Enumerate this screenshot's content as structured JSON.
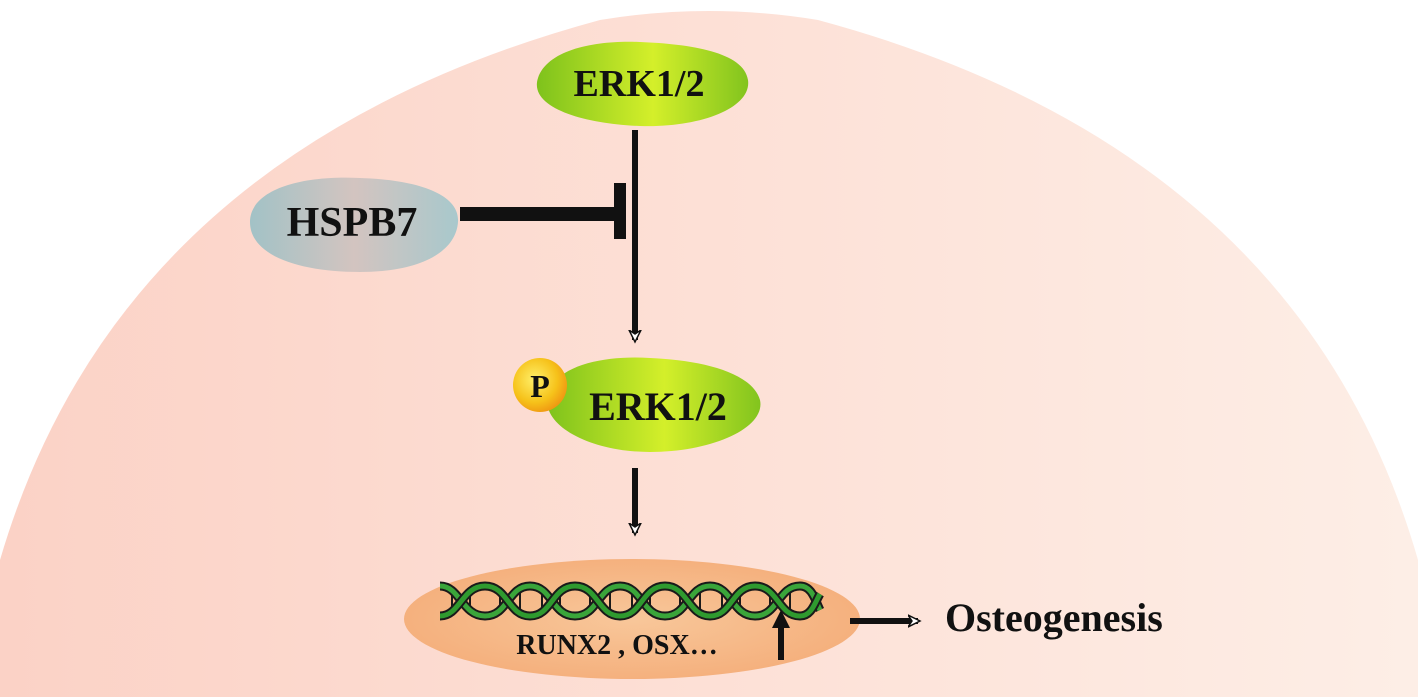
{
  "nodes": {
    "erk_top": "ERK1/2",
    "hspb7": "HSPB7",
    "phospho": "P",
    "erk_phospho": "ERK1/2",
    "genes": "RUNX2 , OSX…",
    "outcome": "Osteogenesis"
  },
  "edges": [
    {
      "from": "erk_top",
      "to": "erk_phospho",
      "type": "activation"
    },
    {
      "from": "hspb7",
      "to": "erk_top-to-erk_phospho",
      "type": "inhibition"
    },
    {
      "from": "erk_phospho",
      "to": "genes",
      "type": "activation"
    },
    {
      "from": "genes",
      "to": "outcome",
      "type": "activation"
    },
    {
      "from": "genes",
      "to": "genes",
      "type": "upregulation"
    }
  ],
  "colors": {
    "cell_background": "#fde4da",
    "erk_node": "#a6d81c",
    "hspb7_node": "#b4c8c8",
    "phospho_badge": "#f6c21a",
    "nucleus": "#f6b98a",
    "dna_strand": "#2f9a2f"
  }
}
